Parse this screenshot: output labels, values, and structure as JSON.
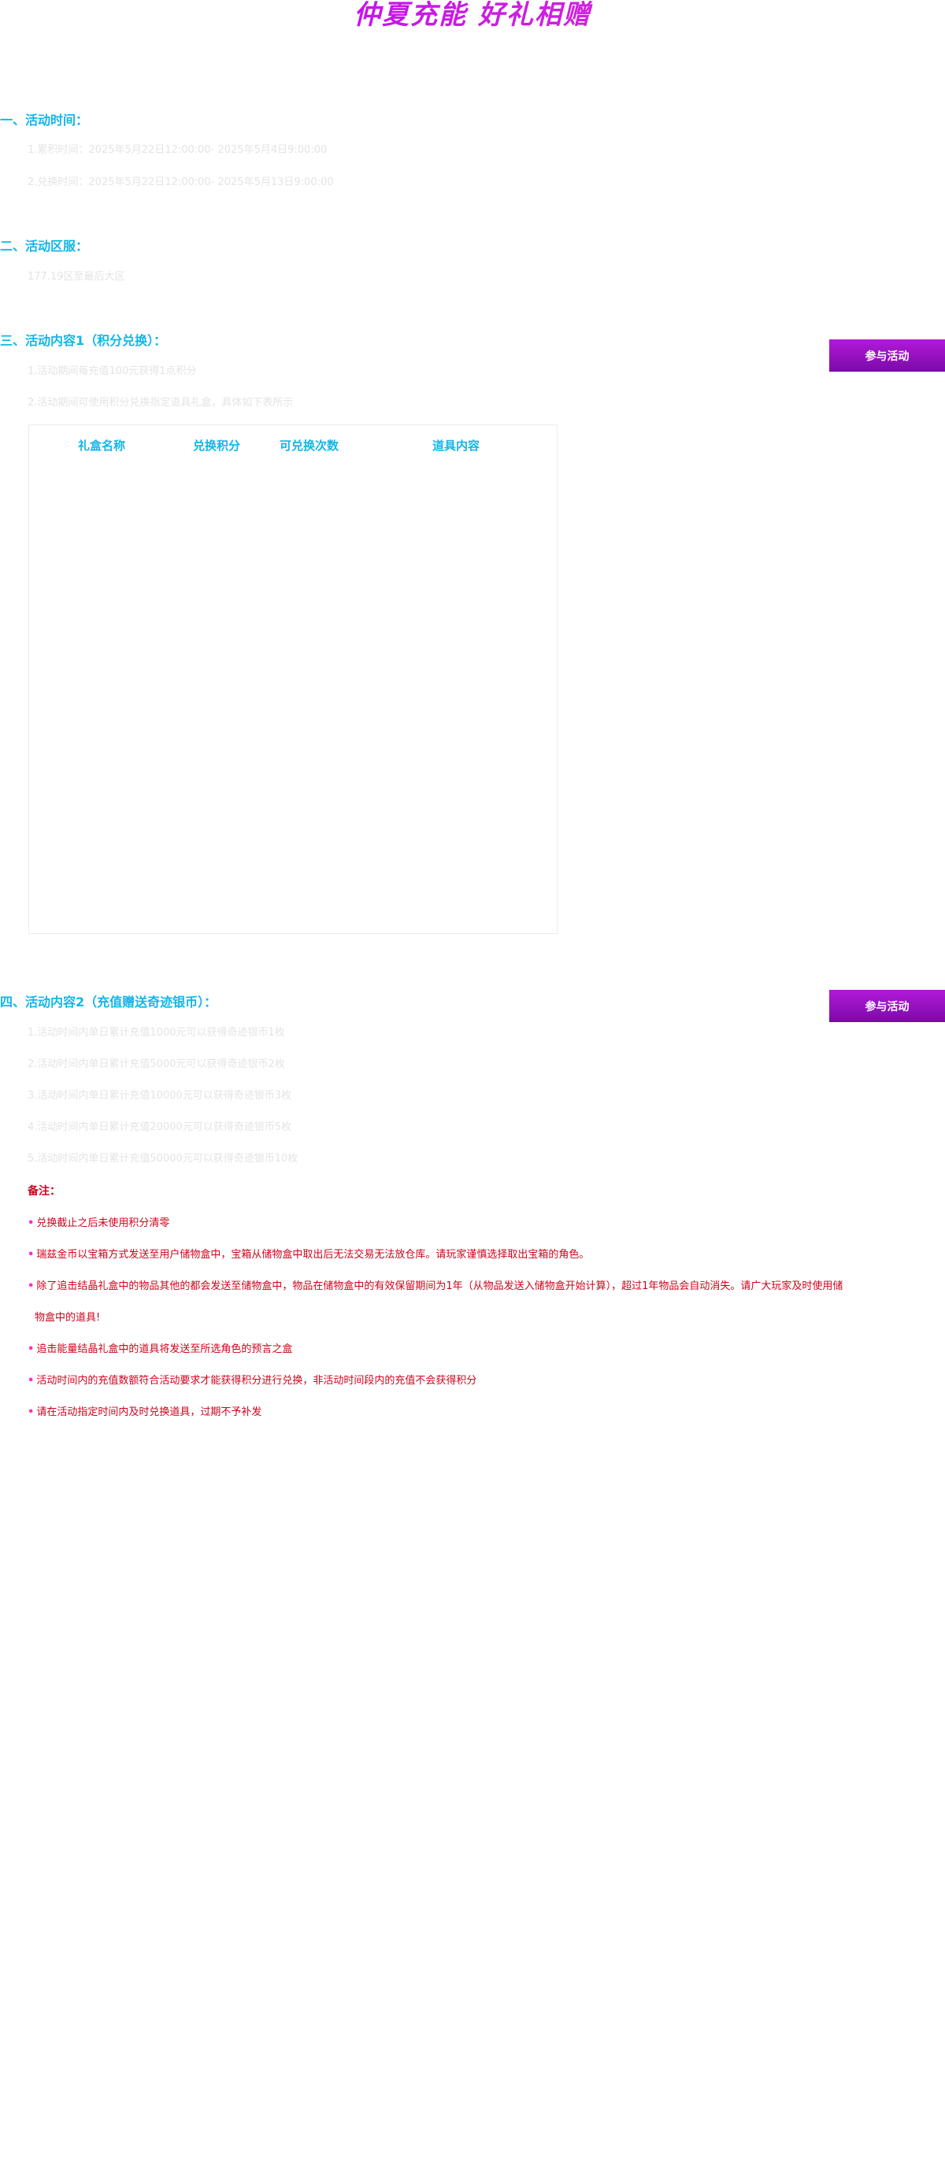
{
  "banner": {
    "title": "仲夏充能  好礼相赠"
  },
  "sections": {
    "time": {
      "title": "一、活动时间：",
      "lines": [
        "1.累积时间：2025年5月22日12:00:00- 2025年5月4日9:00:00",
        "2.兑换时间：2025年5月22日12:00:00- 2025年5月13日9:00:00"
      ]
    },
    "server": {
      "title": "二、活动区服：",
      "lines": [
        "177.19区至最后大区"
      ]
    },
    "content1": {
      "title": "三、活动内容1（积分兑换）：",
      "lines": [
        "1.活动期间每充值100元获得1点积分",
        "2.活动期间可使用积分兑换指定道具礼盒，具体如下表所示"
      ],
      "table_headers": [
        "礼盒名称",
        "兑换积分",
        "可兑换次数",
        "道具内容"
      ]
    },
    "content2": {
      "title": "四、活动内容2（充值赠送奇迹银币）：",
      "lines": [
        "1.活动时间内单日累计充值1000元可以获得奇迹银币1枚",
        "2.活动时间内单日累计充值5000元可以获得奇迹银币2枚",
        "3.活动时间内单日累计充值10000元可以获得奇迹银币3枚",
        "4.活动时间内单日累计充值20000元可以获得奇迹银币5枚",
        "5.活动时间内单日累计充值50000元可以获得奇迹银币10枚"
      ]
    }
  },
  "buttons": {
    "join_label": "参与活动"
  },
  "notes": {
    "title": "备注：",
    "bullet": "•",
    "items": [
      "兑换截止之后未使用积分清零",
      "瑞兹金币以宝箱方式发送至用户储物盒中，宝箱从储物盒中取出后无法交易无法放仓库。请玩家谨慎选择取出宝箱的角色。",
      "除了追击结晶礼盒中的物品其他的都会发送至储物盒中，物品在储物盒中的有效保留期间为1年（从物品发送入储物盒开始计算），超过1年物品会自动消失。请广大玩家及时使用储",
      "物盒中的道具!",
      "追击能量结晶礼盒中的道具将发送至所选角色的预言之盒",
      "活动时间内的充值数额符合活动要求才能获得积分进行兑换，非活动时间段内的充值不会获得积分",
      "请在活动指定时间内及时兑换道具，过期不予补发"
    ]
  },
  "colors": {
    "accent": "#12b6e8",
    "note_red": "#d0021b",
    "bullet_pink": "#ff2fbf",
    "button_purple_top": "#b21ad8",
    "button_purple_bottom": "#7a0aa8"
  }
}
